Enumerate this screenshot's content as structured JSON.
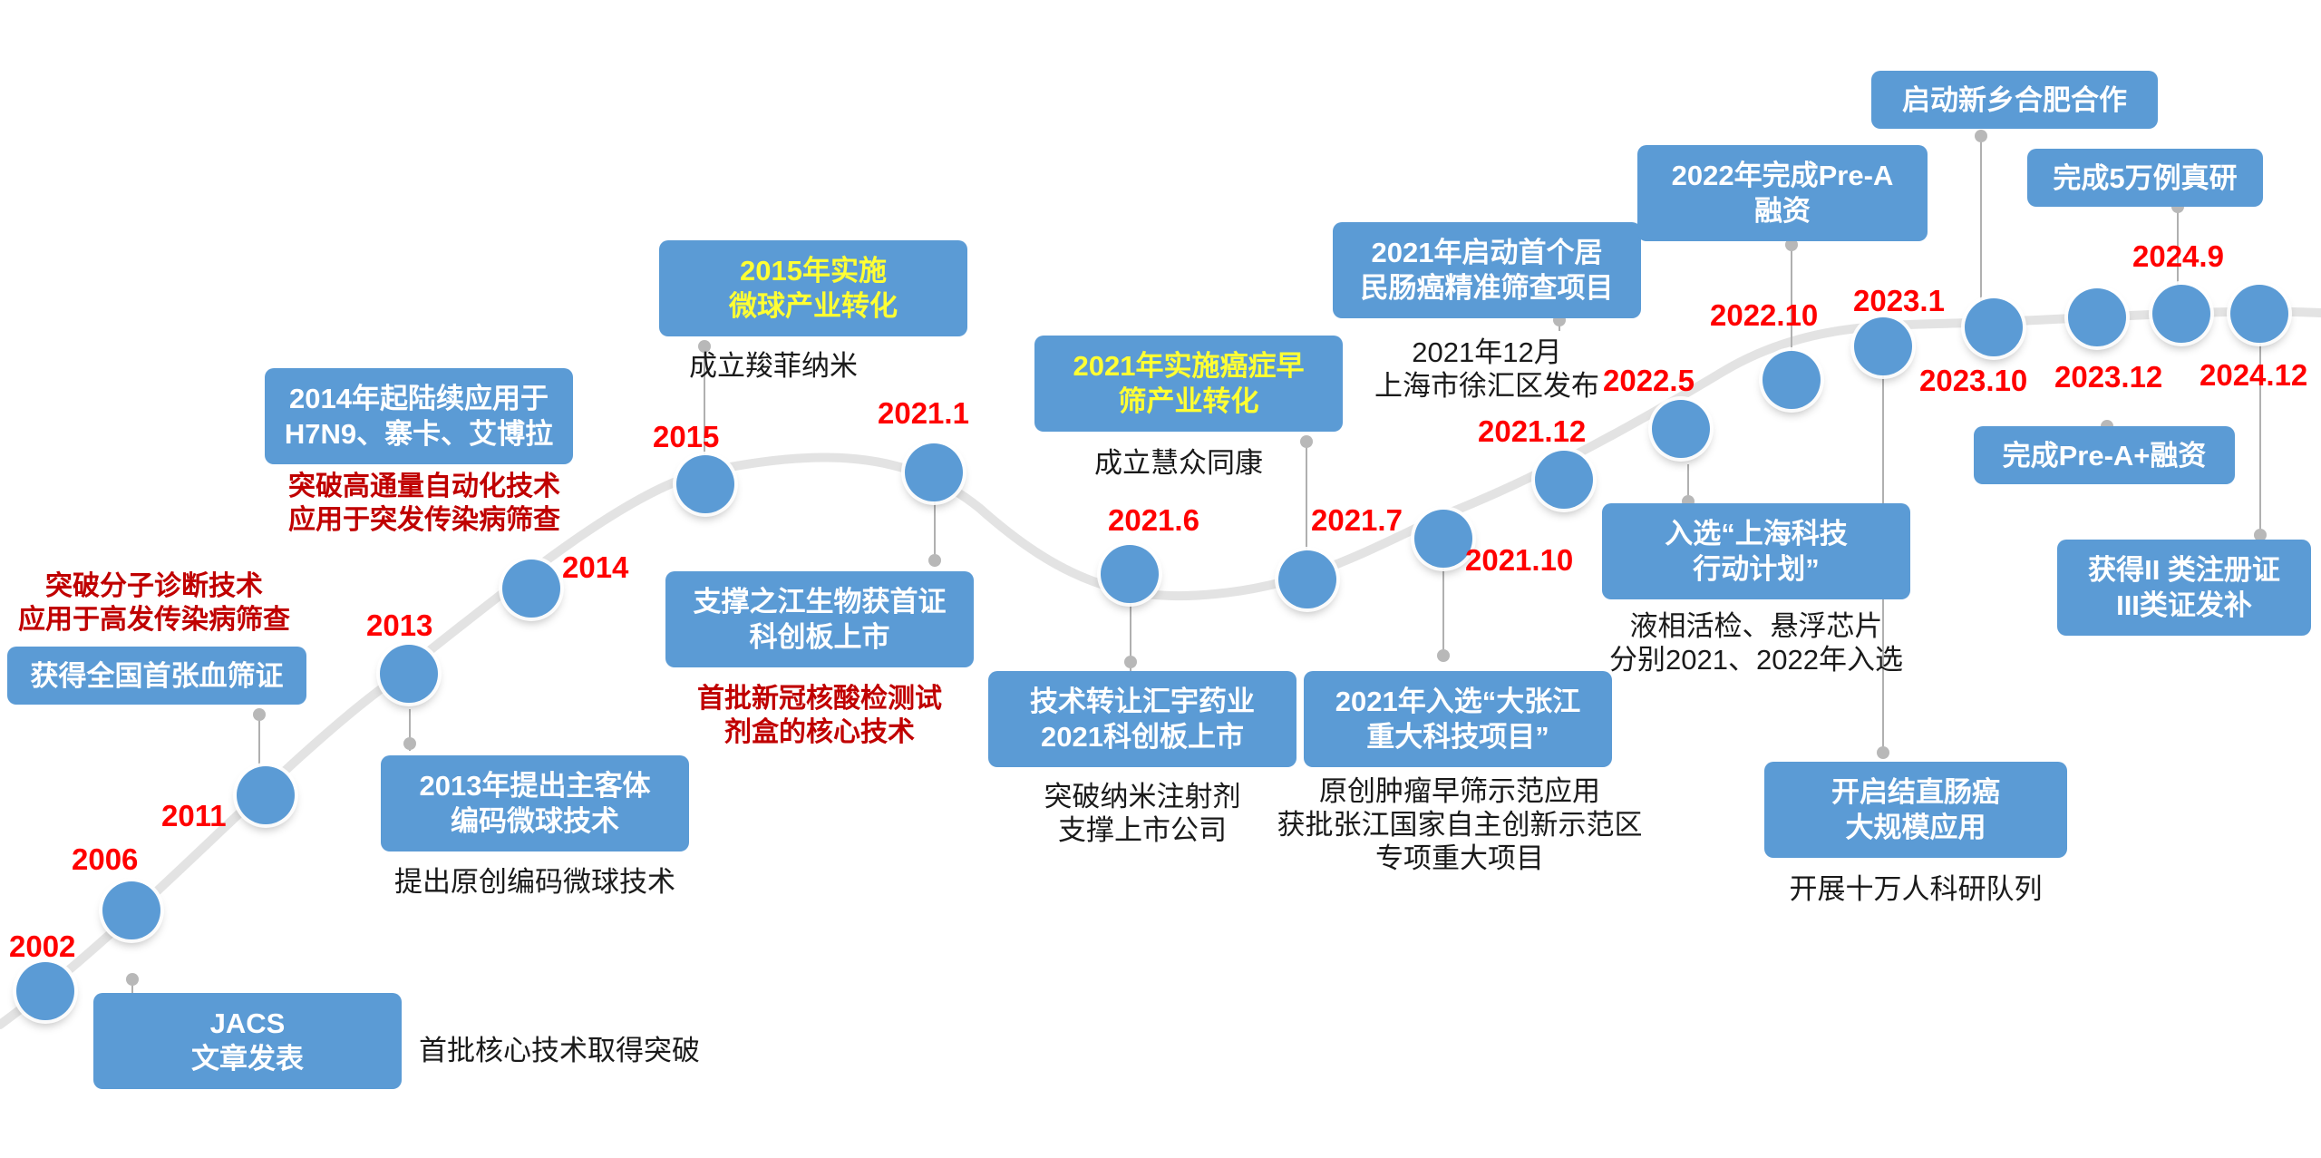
{
  "colors": {
    "accent": "#5b9bd5",
    "year_label": "#ff0000",
    "red_note": "#c00000",
    "highlight_text": "#ffff33",
    "curve": "#e3e3e3",
    "connector": "#b0b0b0"
  },
  "timeline": {
    "years": [
      "2002",
      "2006",
      "2011",
      "2013",
      "2014",
      "2015",
      "2021.1",
      "2021.6",
      "2021.7",
      "2021.10",
      "2021.12",
      "2022.5",
      "2022.10",
      "2023.1",
      "2023.10",
      "2023.12",
      "2024.9",
      "2024.12"
    ],
    "boxes": [
      "JACS\n文章发表",
      "获得全国首张血筛证",
      "2013年提出主客体\n编码微球技术",
      "2014年起陆续应用于\nH7N9、寨卡、艾博拉",
      "2015年实施\n微球产业转化",
      "支撑之江生物获首证\n科创板上市",
      "2021年实施癌症早\n筛产业转化",
      "技术转让汇宇药业\n2021科创板上市",
      "2021年入选“大张江\n重大科技项目”",
      "2021年启动首个居\n民肠癌精准筛查项目",
      "2022年完成Pre-A\n融资",
      "入选“上海科技\n行动计划”",
      "开启结直肠癌\n大规模应用",
      "启动新乡合肥合作",
      "完成5万例真研",
      "完成Pre-A+融资",
      "获得II 类注册证\nIII类证发补"
    ],
    "notes": [
      "首批核心技术取得突破",
      "提出原创编码微球技术",
      "成立羧菲纳米",
      "成立慧众同康",
      "突破纳米注射剂\n支撑上市公司",
      "原创肿瘤早筛示范应用\n获批张江国家自主创新示范区\n专项重大项目",
      "2021年12月\n上海市徐汇区发布",
      "液相活检、悬浮芯片\n分别2021、2022年入选",
      "开展十万人科研队列"
    ],
    "red_notes": [
      "突破分子诊断技术\n应用于高发传染病筛查",
      "突破高通量自动化技术\n应用于突发传染病筛查",
      "首批新冠核酸检测试\n剂盒的核心技术"
    ]
  }
}
